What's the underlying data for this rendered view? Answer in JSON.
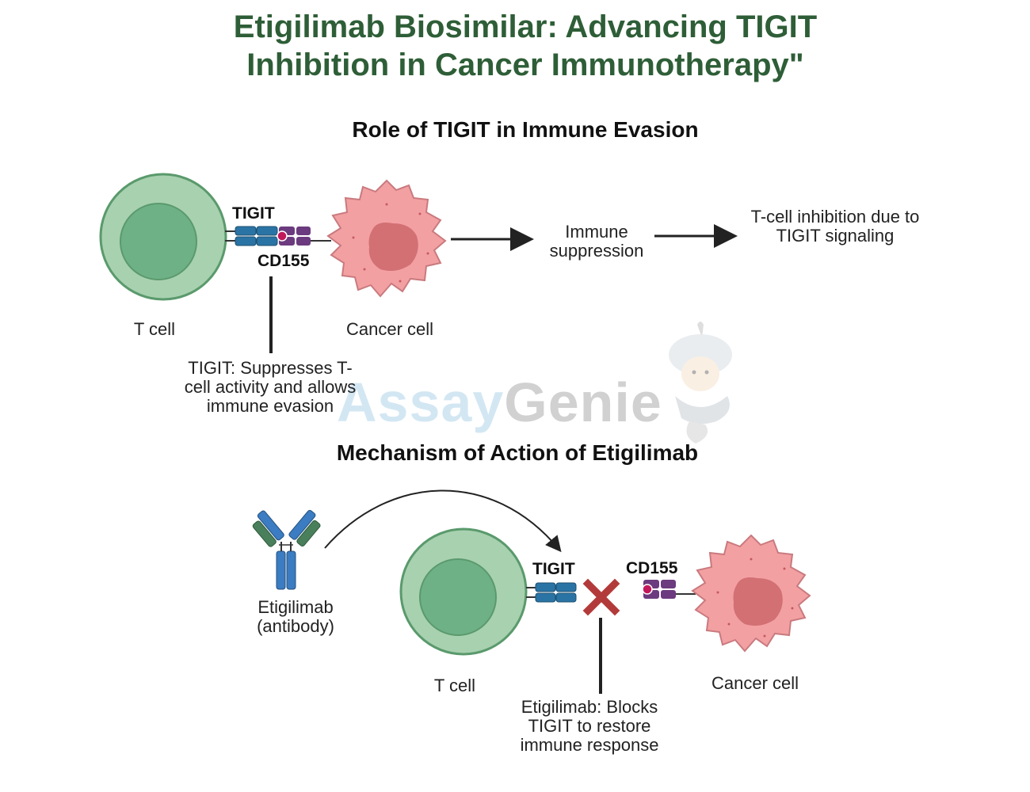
{
  "title": {
    "line1": "Etigilimab Biosimilar: Advancing TIGIT",
    "line2": "Inhibition in Cancer Immunotherapy\""
  },
  "section1": {
    "title": "Role of TIGIT in Immune Evasion",
    "tigit_label": "TIGIT",
    "cd155_label": "CD155",
    "tcell_label": "T cell",
    "cancer_label": "Cancer cell",
    "immune_suppression": [
      "Immune",
      "suppression"
    ],
    "tcell_inhibition": [
      "T-cell inhibition due to",
      "TIGIT signaling"
    ],
    "callout": [
      "TIGIT: Suppresses T-",
      "cell activity and allows",
      "immune evasion"
    ]
  },
  "section2": {
    "title": "Mechanism of Action of Etigilimab",
    "antibody_label": [
      "Etigilimab",
      "(antibody)"
    ],
    "tigit_label": "TIGIT",
    "cd155_label": "CD155",
    "tcell_label": "T cell",
    "cancer_label": "Cancer cell",
    "callout": [
      "Etigilimab: Blocks",
      "TIGIT to restore",
      "immune response"
    ]
  },
  "watermark": {
    "part1": "Assay",
    "part2": "Genie"
  },
  "colors": {
    "title_green": "#2e5e37",
    "tcell_outer": "#a8d1b0",
    "tcell_inner": "#6fb187",
    "tcell_stroke": "#5a9a6c",
    "cancer_body": "#f3a0a3",
    "cancer_nucleus": "#d27074",
    "tigit_blue": "#2a74a5",
    "cd155_purple": "#6c3a7e",
    "ligand_dot": "#c2185b",
    "block_x": "#b33a3a"
  }
}
